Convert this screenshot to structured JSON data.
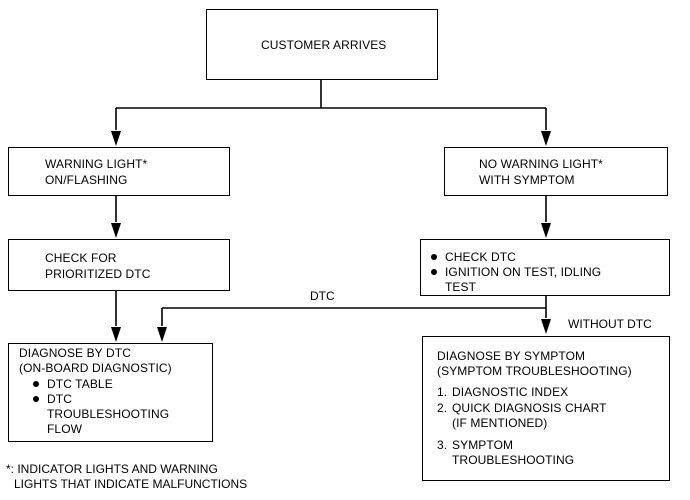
{
  "nodes": {
    "customer_arrives": {
      "label": "CUSTOMER ARRIVES"
    },
    "warning_light": {
      "lines": [
        "WARNING LIGHT*",
        "ON/FLASHING"
      ]
    },
    "no_warning_light": {
      "lines": [
        "NO WARNING LIGHT*",
        "WITH SYMPTOM"
      ]
    },
    "check_prioritized": {
      "lines": [
        "CHECK FOR",
        "PRIORITIZED DTC"
      ]
    },
    "check_dtc": {
      "bullets": [
        "CHECK DTC",
        "IGNITION ON TEST, IDLING"
      ],
      "continuation": "TEST"
    },
    "diagnose_dtc": {
      "title_lines": [
        "DIAGNOSE BY DTC",
        "(ON-BOARD DIAGNOSTIC)"
      ],
      "bullets": [
        "DTC TABLE",
        "DTC"
      ],
      "continuation_lines": [
        "TROUBLESHOOTING",
        "FLOW"
      ]
    },
    "diagnose_symptom": {
      "title_lines": [
        "DIAGNOSE BY SYMPTOM",
        "(SYMPTOM TROUBLESHOOTING)"
      ],
      "items": [
        {
          "num": "1.",
          "lines": [
            "DIAGNOSTIC INDEX"
          ]
        },
        {
          "num": "2.",
          "lines": [
            "QUICK DIAGNOSIS CHART",
            "(IF MENTIONED)"
          ]
        },
        {
          "num": "3.",
          "lines": [
            "SYMPTOM",
            "TROUBLESHOOTING"
          ]
        }
      ]
    }
  },
  "edge_labels": {
    "dtc": "DTC",
    "without_dtc": "WITHOUT DTC"
  },
  "footnote": {
    "lines": [
      "*: INDICATOR LIGHTS AND WARNING",
      "LIGHTS THAT INDICATE MALFUNCTIONS"
    ]
  },
  "colors": {
    "line": "#000000",
    "background": "#ffffff"
  }
}
